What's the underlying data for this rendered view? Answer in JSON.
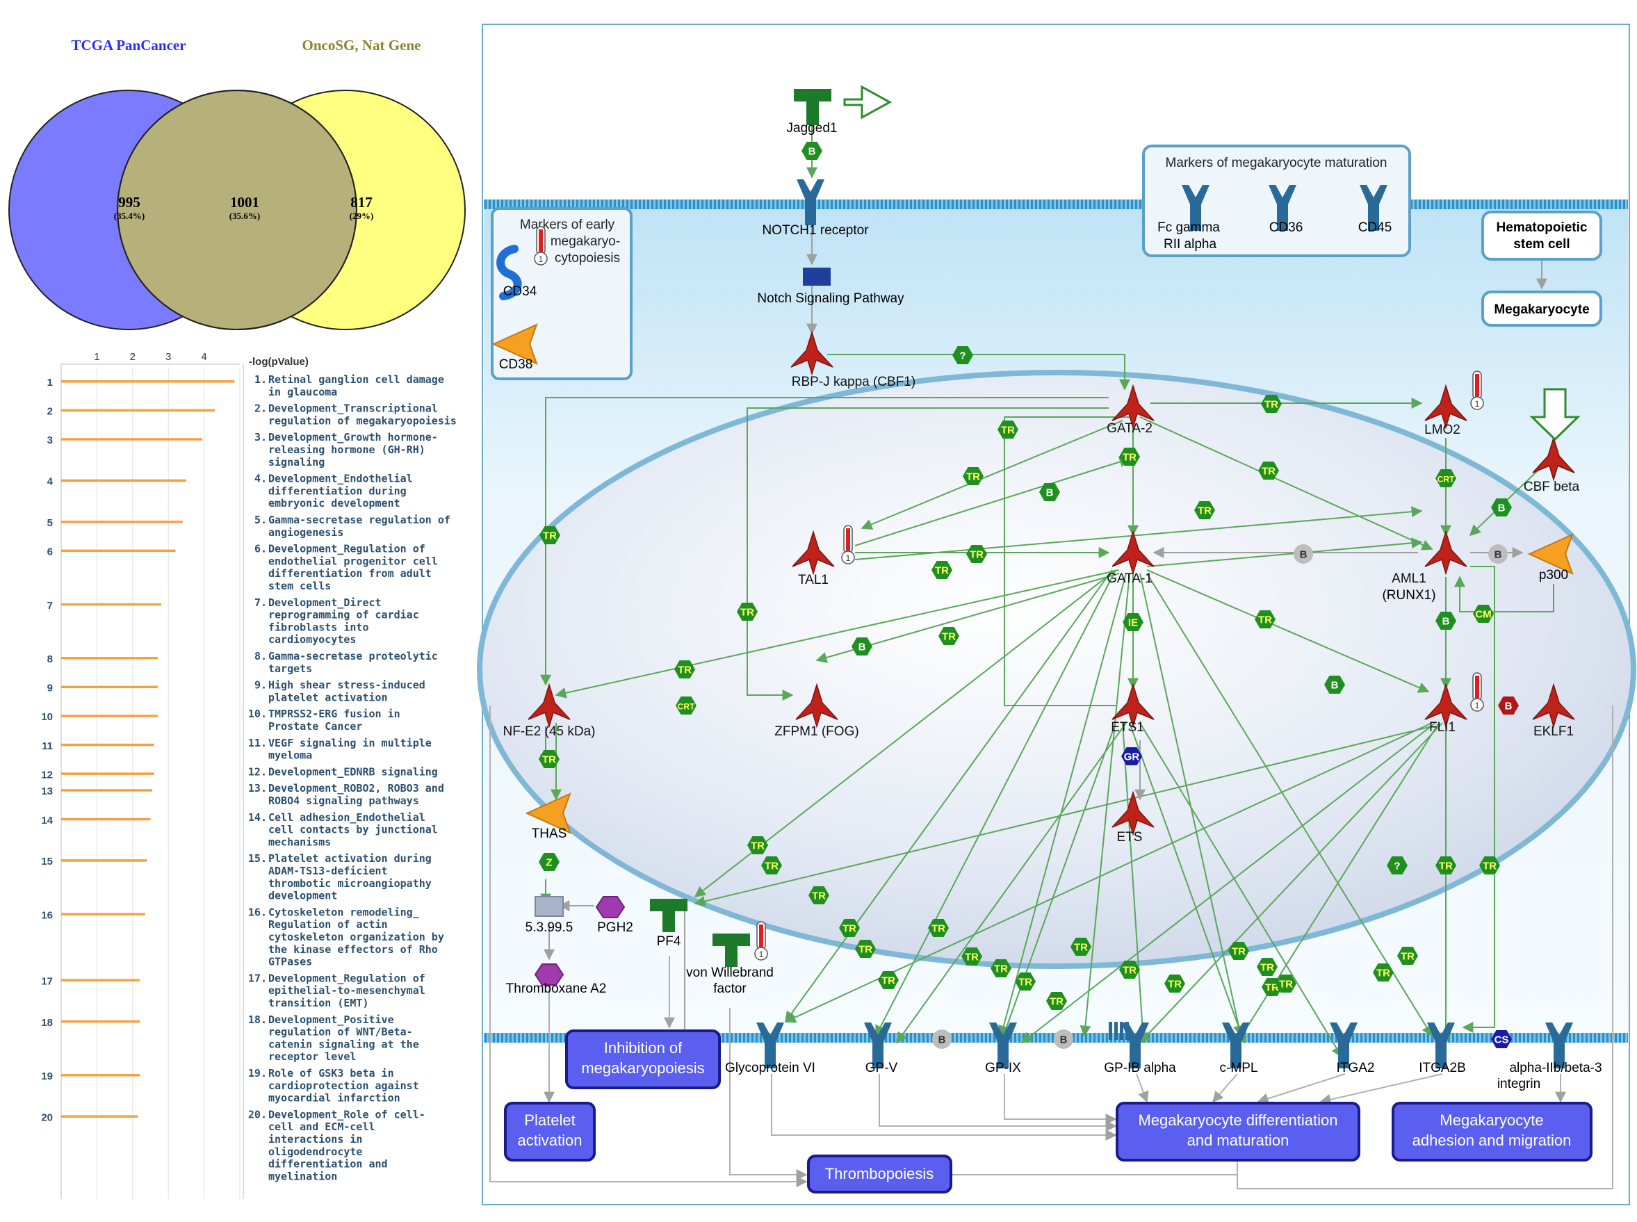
{
  "venn": {
    "left_title": "TCGA PanCancer",
    "right_title": "OncoSG, Nat Gene",
    "left_only": {
      "count": "995",
      "pct": "(35.4%)"
    },
    "overlap": {
      "count": "1001",
      "pct": "(35.6%)"
    },
    "right_only": {
      "count": "817",
      "pct": "(29%)"
    },
    "colors": {
      "left": "#7b7bff",
      "right": "#ffff80",
      "overlap": "#b6b07a"
    }
  },
  "chart_data": {
    "type": "bar",
    "orientation": "horizontal",
    "xlabel": "-log(pValue)",
    "xticks": [
      "1",
      "2",
      "3",
      "4"
    ],
    "bar_color": "#f7a040",
    "ranks": [
      "1",
      "2",
      "3",
      "4",
      "5",
      "6",
      "7",
      "8",
      "9",
      "10",
      "11",
      "12",
      "13",
      "14",
      "15",
      "16",
      "17",
      "18",
      "19",
      "20"
    ],
    "values": [
      4.85,
      4.3,
      3.95,
      3.5,
      3.4,
      3.2,
      2.8,
      2.7,
      2.7,
      2.7,
      2.6,
      2.6,
      2.55,
      2.5,
      2.4,
      2.35,
      2.2,
      2.2,
      2.2,
      2.15
    ],
    "categories": [
      [
        "Retinal ganglion cell damage",
        "in glaucoma"
      ],
      [
        "Development_Transcriptional",
        "regulation of megakaryopoiesis"
      ],
      [
        "Development_Growth hormone-",
        "releasing hormone (GH-RH)",
        "signaling"
      ],
      [
        "Development_Endothelial",
        "differentiation during",
        "embryonic development"
      ],
      [
        "Gamma-secretase regulation of",
        "angiogenesis"
      ],
      [
        "Development_Regulation of",
        "endothelial progenitor cell",
        "differentiation from adult",
        "stem cells"
      ],
      [
        "Development_Direct",
        "reprogramming of cardiac",
        "fibroblasts into",
        "cardiomyocytes"
      ],
      [
        "Gamma-secretase proteolytic",
        "targets"
      ],
      [
        "High shear stress-induced",
        "platelet activation"
      ],
      [
        "TMPRSS2-ERG fusion in",
        "Prostate Cancer"
      ],
      [
        "VEGF signaling in multiple",
        "myeloma"
      ],
      [
        "Development_EDNRB signaling"
      ],
      [
        "Development_ROBO2, ROBO3 and",
        "ROBO4 signaling pathways"
      ],
      [
        "Cell adhesion_Endothelial",
        "cell contacts by junctional",
        "mechanisms"
      ],
      [
        "Platelet activation during",
        "ADAM-TS13-deficient",
        "thrombotic microangiopathy",
        "development"
      ],
      [
        "Cytoskeleton remodeling_",
        "Regulation of actin",
        "cytoskeleton organization by",
        "the kinase effectors of Rho",
        "GTPases"
      ],
      [
        "Development_Regulation of",
        "epithelial-to-mesenchymal",
        "transition (EMT)"
      ],
      [
        "Development_Positive",
        "regulation of WNT/Beta-",
        "catenin signaling at the",
        "receptor level"
      ],
      [
        "Role of GSK3 beta in",
        "cardioprotection against",
        "myocardial infarction"
      ],
      [
        "Development_Role of cell-",
        "cell and ECM-cell",
        "interactions in",
        "oligodendrocyte",
        "differentiation and",
        "myelination"
      ]
    ]
  },
  "pathway": {
    "colors": {
      "edge": "#5aa75a",
      "node_red": "#c0221a",
      "tr_badge": "#1f8f1f",
      "tr_text": "#ffff66",
      "outcome_box": "#5a5ff0",
      "membrane": "#1e90c8",
      "nucleus": "#dfe6f2"
    },
    "nodes": {
      "jagged1": "Jagged1",
      "notch1": "NOTCH1 receptor",
      "notch_pathway": "Notch Signaling Pathway",
      "rbpj": "RBP-J kappa (CBF1)",
      "gata2": "GATA-2",
      "gata1": "GATA-1",
      "lmo2": "LMO2",
      "cbfbeta": "CBF beta",
      "tal1": "TAL1",
      "aml1_a": "AML1",
      "aml1_b": "(RUNX1)",
      "p300": "p300",
      "nfe2": "NF-E2 (45 kDa)",
      "zfpm1": "ZFPM1 (FOG)",
      "ets1": "ETS1",
      "ets": "ETS",
      "fli1": "FLI1",
      "eklf1": "EKLF1",
      "thas": "THAS",
      "enzyme": "5.3.99.5",
      "pgh2": "PGH2",
      "pf4": "PF4",
      "vwf_a": "von Willebrand",
      "vwf_b": "factor",
      "thromboxane": "Thromboxane A2",
      "cd34": "CD34",
      "cd38": "CD38",
      "gp6": "Glycoprotein VI",
      "gpv": "GP-V",
      "gpix": "GP-IX",
      "gpib": "GP-IB alpha",
      "cmpl": "c-MPL",
      "itga2": "ITGA2",
      "itga2b": "ITGA2B",
      "integrin_a": "alpha-IIb/beta-3",
      "integrin_b": "integrin",
      "fcg_a": "Fc gamma",
      "fcg_b": "RII alpha",
      "cd36": "CD36",
      "cd45": "CD45"
    },
    "panels": {
      "early_title": [
        "Markers of early",
        "megakaryo-",
        "cytopoiesis"
      ],
      "maturation_title": "Markers of megakaryocyte maturation",
      "hsc": [
        "Hematopoietic",
        "stem cell"
      ],
      "megakaryocyte": "Megakaryocyte"
    },
    "outcomes": {
      "inhibition": [
        "Inhibition of",
        "megakaryopoiesis"
      ],
      "platelet": [
        "Platelet",
        "activation"
      ],
      "thrombopoiesis": "Thrombopoiesis",
      "differentiation": [
        "Megakaryocyte differentiation",
        "and maturation"
      ],
      "adhesion": [
        "Megakaryocyte",
        "adhesion and migration"
      ]
    },
    "badge_labels": {
      "tr": "TR",
      "b": "B",
      "unknown": "?",
      "crt": "CRT",
      "ie": "IE",
      "gr": "GR",
      "z": "Z",
      "cm": "CM",
      "cs": "CS",
      "thermo": "1"
    }
  }
}
